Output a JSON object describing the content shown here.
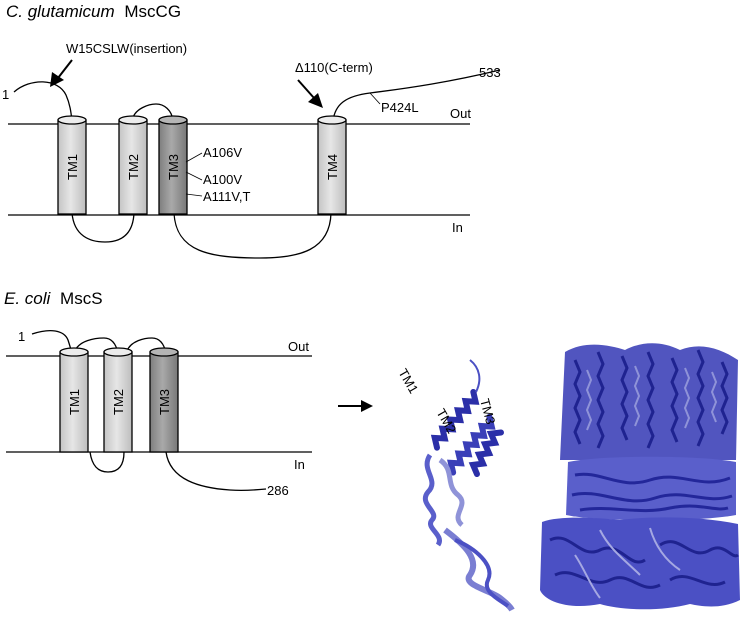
{
  "panel_a": {
    "title_species": "C. glutamicum",
    "title_protein": "MscCG",
    "start_label": "1",
    "insertion_label": "W15CSLW(insertion)",
    "deletion_label": "Δ110(C-term)",
    "end_label": "533",
    "p424l": "P424L",
    "out_label": "Out",
    "in_label": "In",
    "tm1": "TM1",
    "tm2": "TM2",
    "tm3": "TM3",
    "tm4": "TM4",
    "mut_a106v": "A106V",
    "mut_a100v": "A100V",
    "mut_a111": "A111V,T"
  },
  "panel_b": {
    "title_species": "E. coli",
    "title_protein": "MscS",
    "start_label": "1",
    "end_label": "286",
    "out_label": "Out",
    "in_label": "In",
    "tm1": "TM1",
    "tm2": "TM2",
    "tm3": "TM3"
  },
  "structure": {
    "tm1": "TM1",
    "tm2": "TM2",
    "tm3": "TM3"
  },
  "colors": {
    "tm_light": "#d9d9d9",
    "tm_dark": "#9a9a9a",
    "ribbon_dark": "#2b2fa8",
    "ribbon_mid": "#4b50c4",
    "ribbon_light": "#8f93d8"
  }
}
